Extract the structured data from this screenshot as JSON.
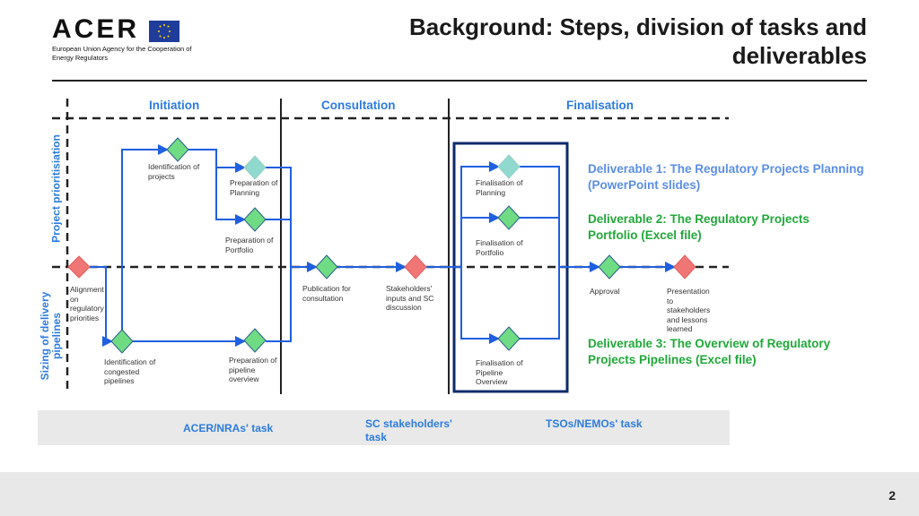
{
  "header": {
    "logo_text": "ACER",
    "logo_subtitle": "European Union Agency for the Cooperation of Energy Regulators",
    "title": "Background: Steps, division of tasks and deliverables"
  },
  "phases": [
    "Initiation",
    "Consultation",
    "Finalisation"
  ],
  "rows": [
    "Project prioritisiation",
    "Sizing of delivery pipelines"
  ],
  "steps": {
    "alignment": "Alignment on regulatory priorities",
    "identification_projects": "Identification of projects",
    "prep_planning": "Preparation of Planning",
    "prep_portfolio": "Preparation of Portfolio",
    "identification_congested": "Identification of congested pipelines",
    "prep_pipeline": "Preparation of pipeline overview",
    "publication": "Publication for consultation",
    "stakeholders": "Stakeholders' inputs and SC discussion",
    "final_planning": "Finalisation of Planning",
    "final_portfolio": "Finalisation of Portfolio",
    "final_pipeline": "Finalisation of Pipeline Overview",
    "approval": "Approval",
    "presentation": "Presentation to stakeholders and lessons learned"
  },
  "deliverables": [
    {
      "text": "Deliverable 1: The Regulatory Projects Planning (PowerPoint slides)",
      "color": "#5b8ee6"
    },
    {
      "text": "Deliverable 2: The Regulatory Projects Portfolio (Excel file)",
      "color": "#21a83a"
    },
    {
      "text": "Deliverable 3: The Overview of Regulatory Projects Pipelines (Excel file)",
      "color": "#21a83a"
    }
  ],
  "legend": [
    {
      "label": "ACER/NRAs' task",
      "color": "#6fdc84"
    },
    {
      "label": "SC stakeholders' task",
      "color": "#f07575"
    },
    {
      "label": "TSOs/NEMOs' task",
      "color": "#8fd9cf"
    }
  ],
  "page_number": "2"
}
